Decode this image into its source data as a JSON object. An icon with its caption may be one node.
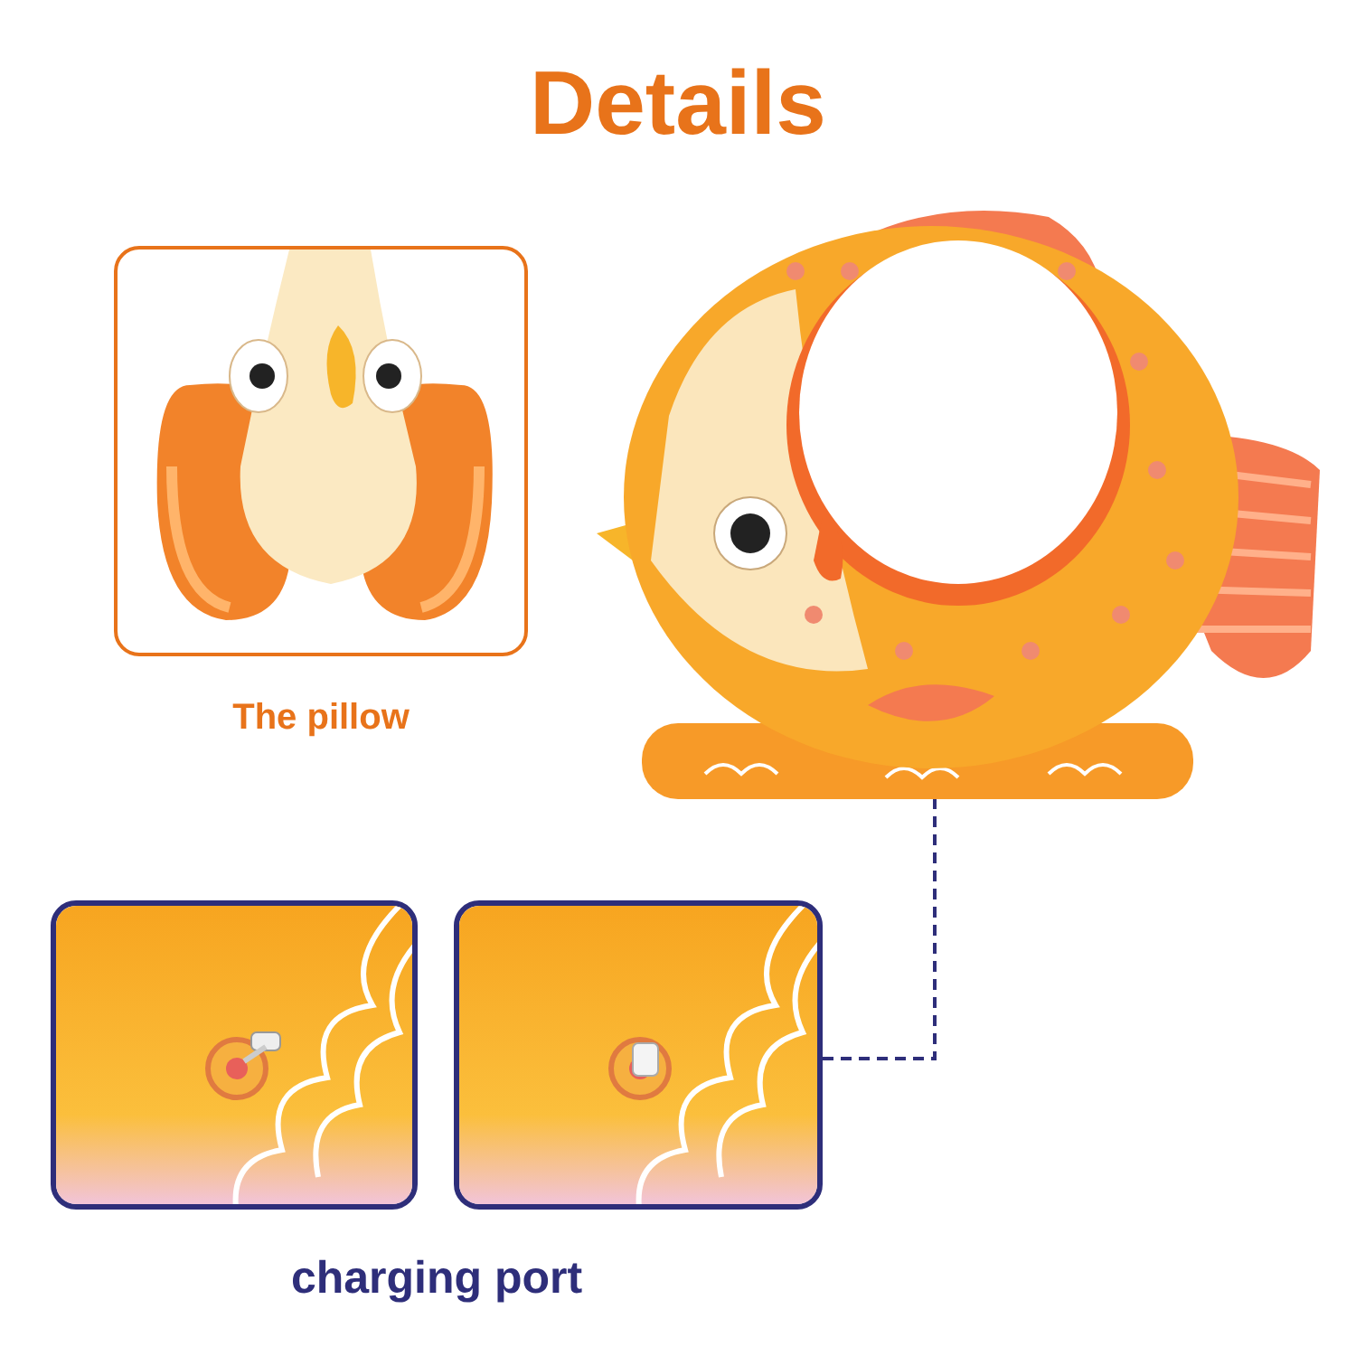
{
  "diagram": {
    "title": "Details",
    "nodes": [
      {
        "text": [],
        "shape": "picture",
        "beside": [
          "The pillow"
        ]
      },
      {
        "text": [],
        "shape": "picture"
      },
      {
        "text": [],
        "shape": "picture"
      },
      {
        "text": [],
        "shape": "picture"
      }
    ],
    "edges": [
      {
        "from": 3,
        "to": 1,
        "arrow": "none",
        "style": "dashed"
      }
    ],
    "labels": [
      "charging port"
    ]
  }
}
